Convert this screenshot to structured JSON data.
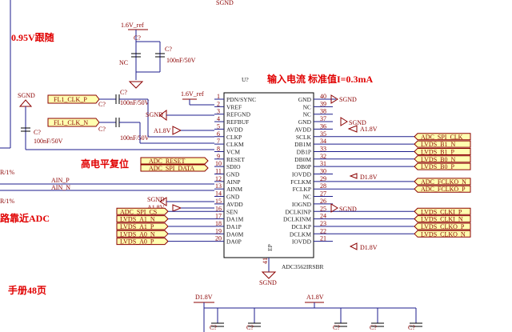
{
  "notes": {
    "top_gnd": "SGND",
    "follow": "0.95V跟随",
    "input_current": "输入电流 标准值I=0.3mA",
    "reset_high": "高电平复位",
    "adc_near": "路靠近ADC",
    "manual": "手册48页",
    "r1": "R/1%",
    "r2": "R/1%"
  },
  "chip": {
    "ref": "U?",
    "part": "ADC3562IRSBR",
    "ep": "EP"
  },
  "left_pins": [
    {
      "num": "1",
      "name": "PDN/SYNC"
    },
    {
      "num": "2",
      "name": "VREF"
    },
    {
      "num": "3",
      "name": "REFGND"
    },
    {
      "num": "4",
      "name": "REFBUF"
    },
    {
      "num": "5",
      "name": "AVDD"
    },
    {
      "num": "6",
      "name": "CLKP"
    },
    {
      "num": "7",
      "name": "CLKM"
    },
    {
      "num": "8",
      "name": "VCM"
    },
    {
      "num": "9",
      "name": "RESET"
    },
    {
      "num": "10",
      "name": "SDIO"
    },
    {
      "num": "11",
      "name": "GND"
    },
    {
      "num": "12",
      "name": "AINP"
    },
    {
      "num": "13",
      "name": "AINM"
    },
    {
      "num": "14",
      "name": "GND"
    },
    {
      "num": "15",
      "name": "AVDD"
    },
    {
      "num": "16",
      "name": "SEN"
    },
    {
      "num": "17",
      "name": "DA1M"
    },
    {
      "num": "18",
      "name": "DA1P"
    },
    {
      "num": "19",
      "name": "DA0M"
    },
    {
      "num": "20",
      "name": "DA0P"
    }
  ],
  "right_pins": [
    {
      "num": "40",
      "name": "GND"
    },
    {
      "num": "39",
      "name": "NC"
    },
    {
      "num": "38",
      "name": "NC"
    },
    {
      "num": "37",
      "name": "GND"
    },
    {
      "num": "36",
      "name": "AVDD"
    },
    {
      "num": "35",
      "name": "SCLK"
    },
    {
      "num": "34",
      "name": "DB1M"
    },
    {
      "num": "33",
      "name": "DB1P"
    },
    {
      "num": "32",
      "name": "DB0M"
    },
    {
      "num": "31",
      "name": "DB0P"
    },
    {
      "num": "30",
      "name": "IOVDD"
    },
    {
      "num": "29",
      "name": "FCLKM"
    },
    {
      "num": "28",
      "name": "FCLKP"
    },
    {
      "num": "27",
      "name": "NC"
    },
    {
      "num": "26",
      "name": "IOGND"
    },
    {
      "num": "25",
      "name": "DCLKINP"
    },
    {
      "num": "24",
      "name": "DCLKINM"
    },
    {
      "num": "23",
      "name": "DCLKP"
    },
    {
      "num": "22",
      "name": "DCLKM"
    },
    {
      "num": "21",
      "name": "IOVDD"
    }
  ],
  "ep_pin": "41",
  "left_flags": [
    "ADC_SPI_CS",
    "LVDS_A1_N",
    "LVDS_A1_P",
    "LVDS_A0_N",
    "LVDS_A0_P"
  ],
  "right_flags": [
    "ADC_SPI_CLK",
    "LVDS_B1_N",
    "LVDS_B1_P",
    "LVDS_B0_N",
    "LVDS_B0_P",
    "ADC_FCLKO_N",
    "ADC_FCLKO_P",
    "LVDS_CLKI_P",
    "LVDS_CLKI_N",
    "LVDS_CLKO_P",
    "LVDS_CLKO_N"
  ],
  "mid_flags": [
    "ADC_RESET",
    "ADC_SPI_DATA"
  ],
  "clk_flags": [
    "FL1_CLK_P",
    "FL1_CLK_N"
  ],
  "ain": [
    "AIN_P",
    "AIN_N"
  ],
  "nets": {
    "sgnd": "SGND",
    "v16_ref": "1.6V_ref",
    "a18": "A1.8V",
    "d18": "D1.8V",
    "nc": "NC",
    "cap": "C?",
    "cap100n": "100nF/50V"
  }
}
